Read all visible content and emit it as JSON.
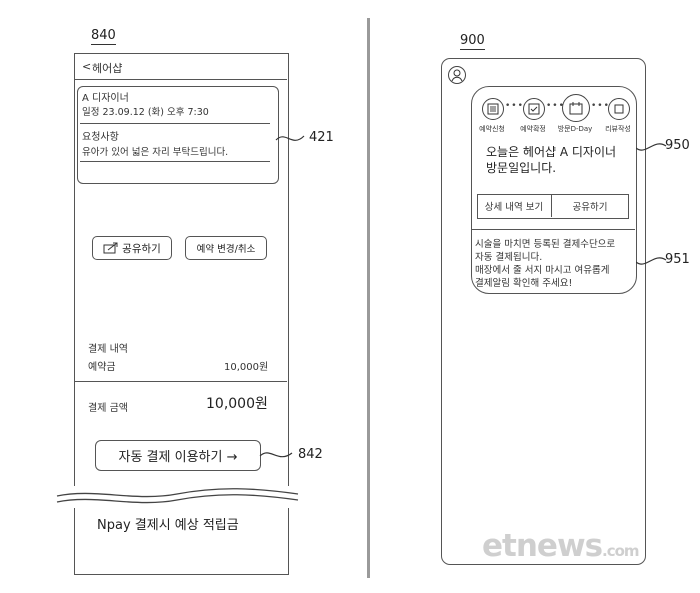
{
  "left": {
    "figure_num": "840",
    "header": {
      "back": "<",
      "title": "헤어샵"
    },
    "card": {
      "designer": "A 디자이너",
      "schedule": "일정 23.09.12 (화) 오후 7:30",
      "request_title": "요청사항",
      "request_text": "유아가 있어 넓은 자리 부탁드립니다."
    },
    "share_button": "공유하기",
    "change_button": "예약 변경/취소",
    "payment": {
      "title": "결제 내역",
      "deposit_label": "예약금",
      "deposit_value": "10,000원",
      "total_label": "결제 금액",
      "total_value": "10,000원"
    },
    "auto_pay_button": "자동 결제 이용하기 →",
    "npay_text": "Npay 결제시 예상 적립금",
    "refs": {
      "card": "421",
      "button": "842"
    }
  },
  "right": {
    "figure_num": "900",
    "steps": [
      "예약신청",
      "예약확정",
      "방문D-Day",
      "리뷰작성"
    ],
    "message_line1": "오늘은 헤어샵 A 디자이너",
    "message_line2": "방문일입니다.",
    "detail_button": "상세 내역 보기",
    "share_button": "공유하기",
    "notice": [
      "시술을 마치면 등록된 결제수단으로",
      "자동 결제됩니다.",
      "매장에서 줄 서지 마시고 여유롭게",
      "결제알림 확인해 주세요!"
    ],
    "refs": {
      "card": "950",
      "notice": "951"
    }
  },
  "watermark": {
    "brand": "etnews",
    "suffix": ".com"
  },
  "colors": {
    "line": "#555555",
    "divider": "#9a9a9a",
    "watermark": "#cfcfcf"
  }
}
